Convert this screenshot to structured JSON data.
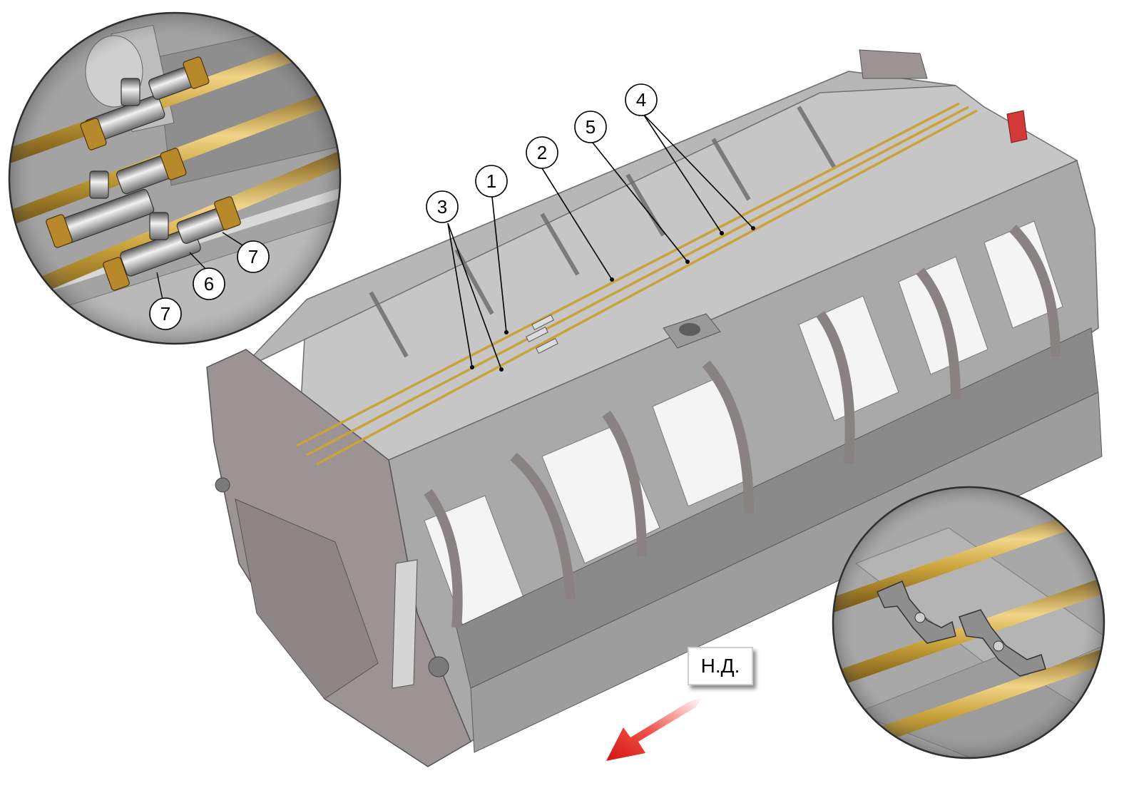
{
  "callouts": {
    "c1": "1",
    "c2": "2",
    "c3": "3",
    "c4": "4",
    "c5": "5",
    "c6": "6",
    "c7a": "7",
    "c7b": "7"
  },
  "direction_label": "Н.Д.",
  "colors": {
    "tube": "#c9a23a",
    "frame": "#9a9a9a",
    "arrow": "#e0211c"
  }
}
